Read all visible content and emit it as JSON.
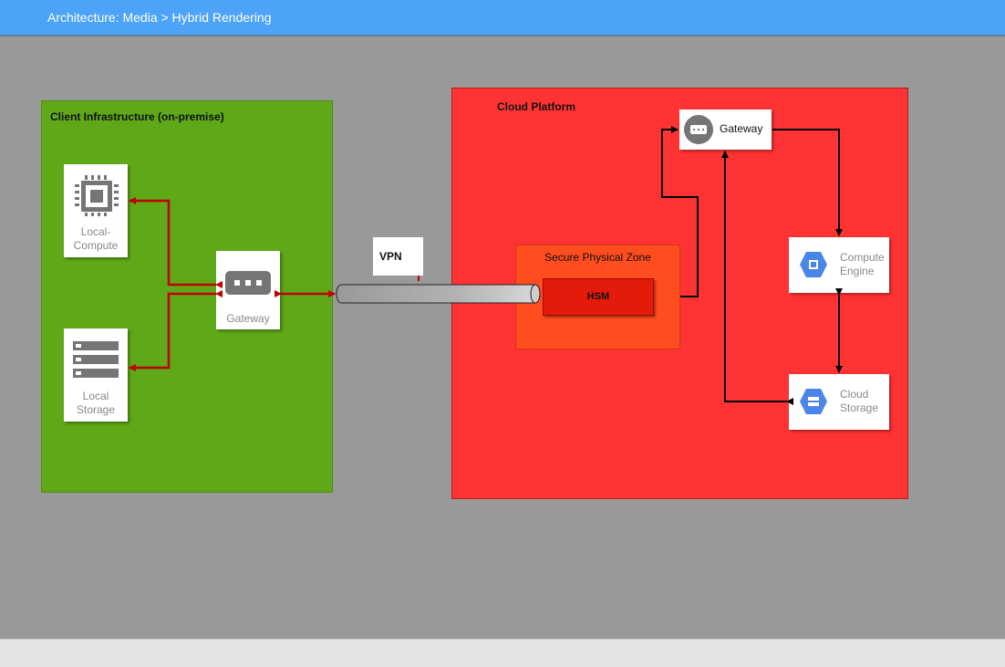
{
  "header": {
    "title": "Architecture: Media > Hybrid Rendering"
  },
  "client": {
    "title": "Client Infrastructure (on-premise)",
    "local_compute": {
      "label": "Local-\nCompute",
      "icon": "chip-icon"
    },
    "local_storage": {
      "label": "Local\nStorage",
      "icon": "storage-stack-icon"
    },
    "gateway": {
      "label": "Gateway",
      "icon": "gateway-icon"
    }
  },
  "vpn": {
    "label": "VPN"
  },
  "cloud": {
    "title": "Cloud Platform",
    "secure_zone": {
      "title": "Secure Physical Zone",
      "hsm_label": "HSM"
    },
    "gateway": {
      "label": "Gateway",
      "icon": "gateway-icon"
    },
    "compute_engine": {
      "label": "Compute\nEngine",
      "icon": "compute-engine-icon"
    },
    "cloud_storage": {
      "label": "Cloud\nStorage",
      "icon": "cloud-storage-icon"
    }
  },
  "colors": {
    "header": "#4da3f7",
    "background": "#999999",
    "client_zone": "#5fa818",
    "cloud_zone": "#ff3333",
    "secure_zone": "#ff4d1f",
    "hsm": "#e41a0b",
    "client_links": "#c00000",
    "cloud_links": "#000000",
    "gcp_blue": "#4a86e8"
  }
}
